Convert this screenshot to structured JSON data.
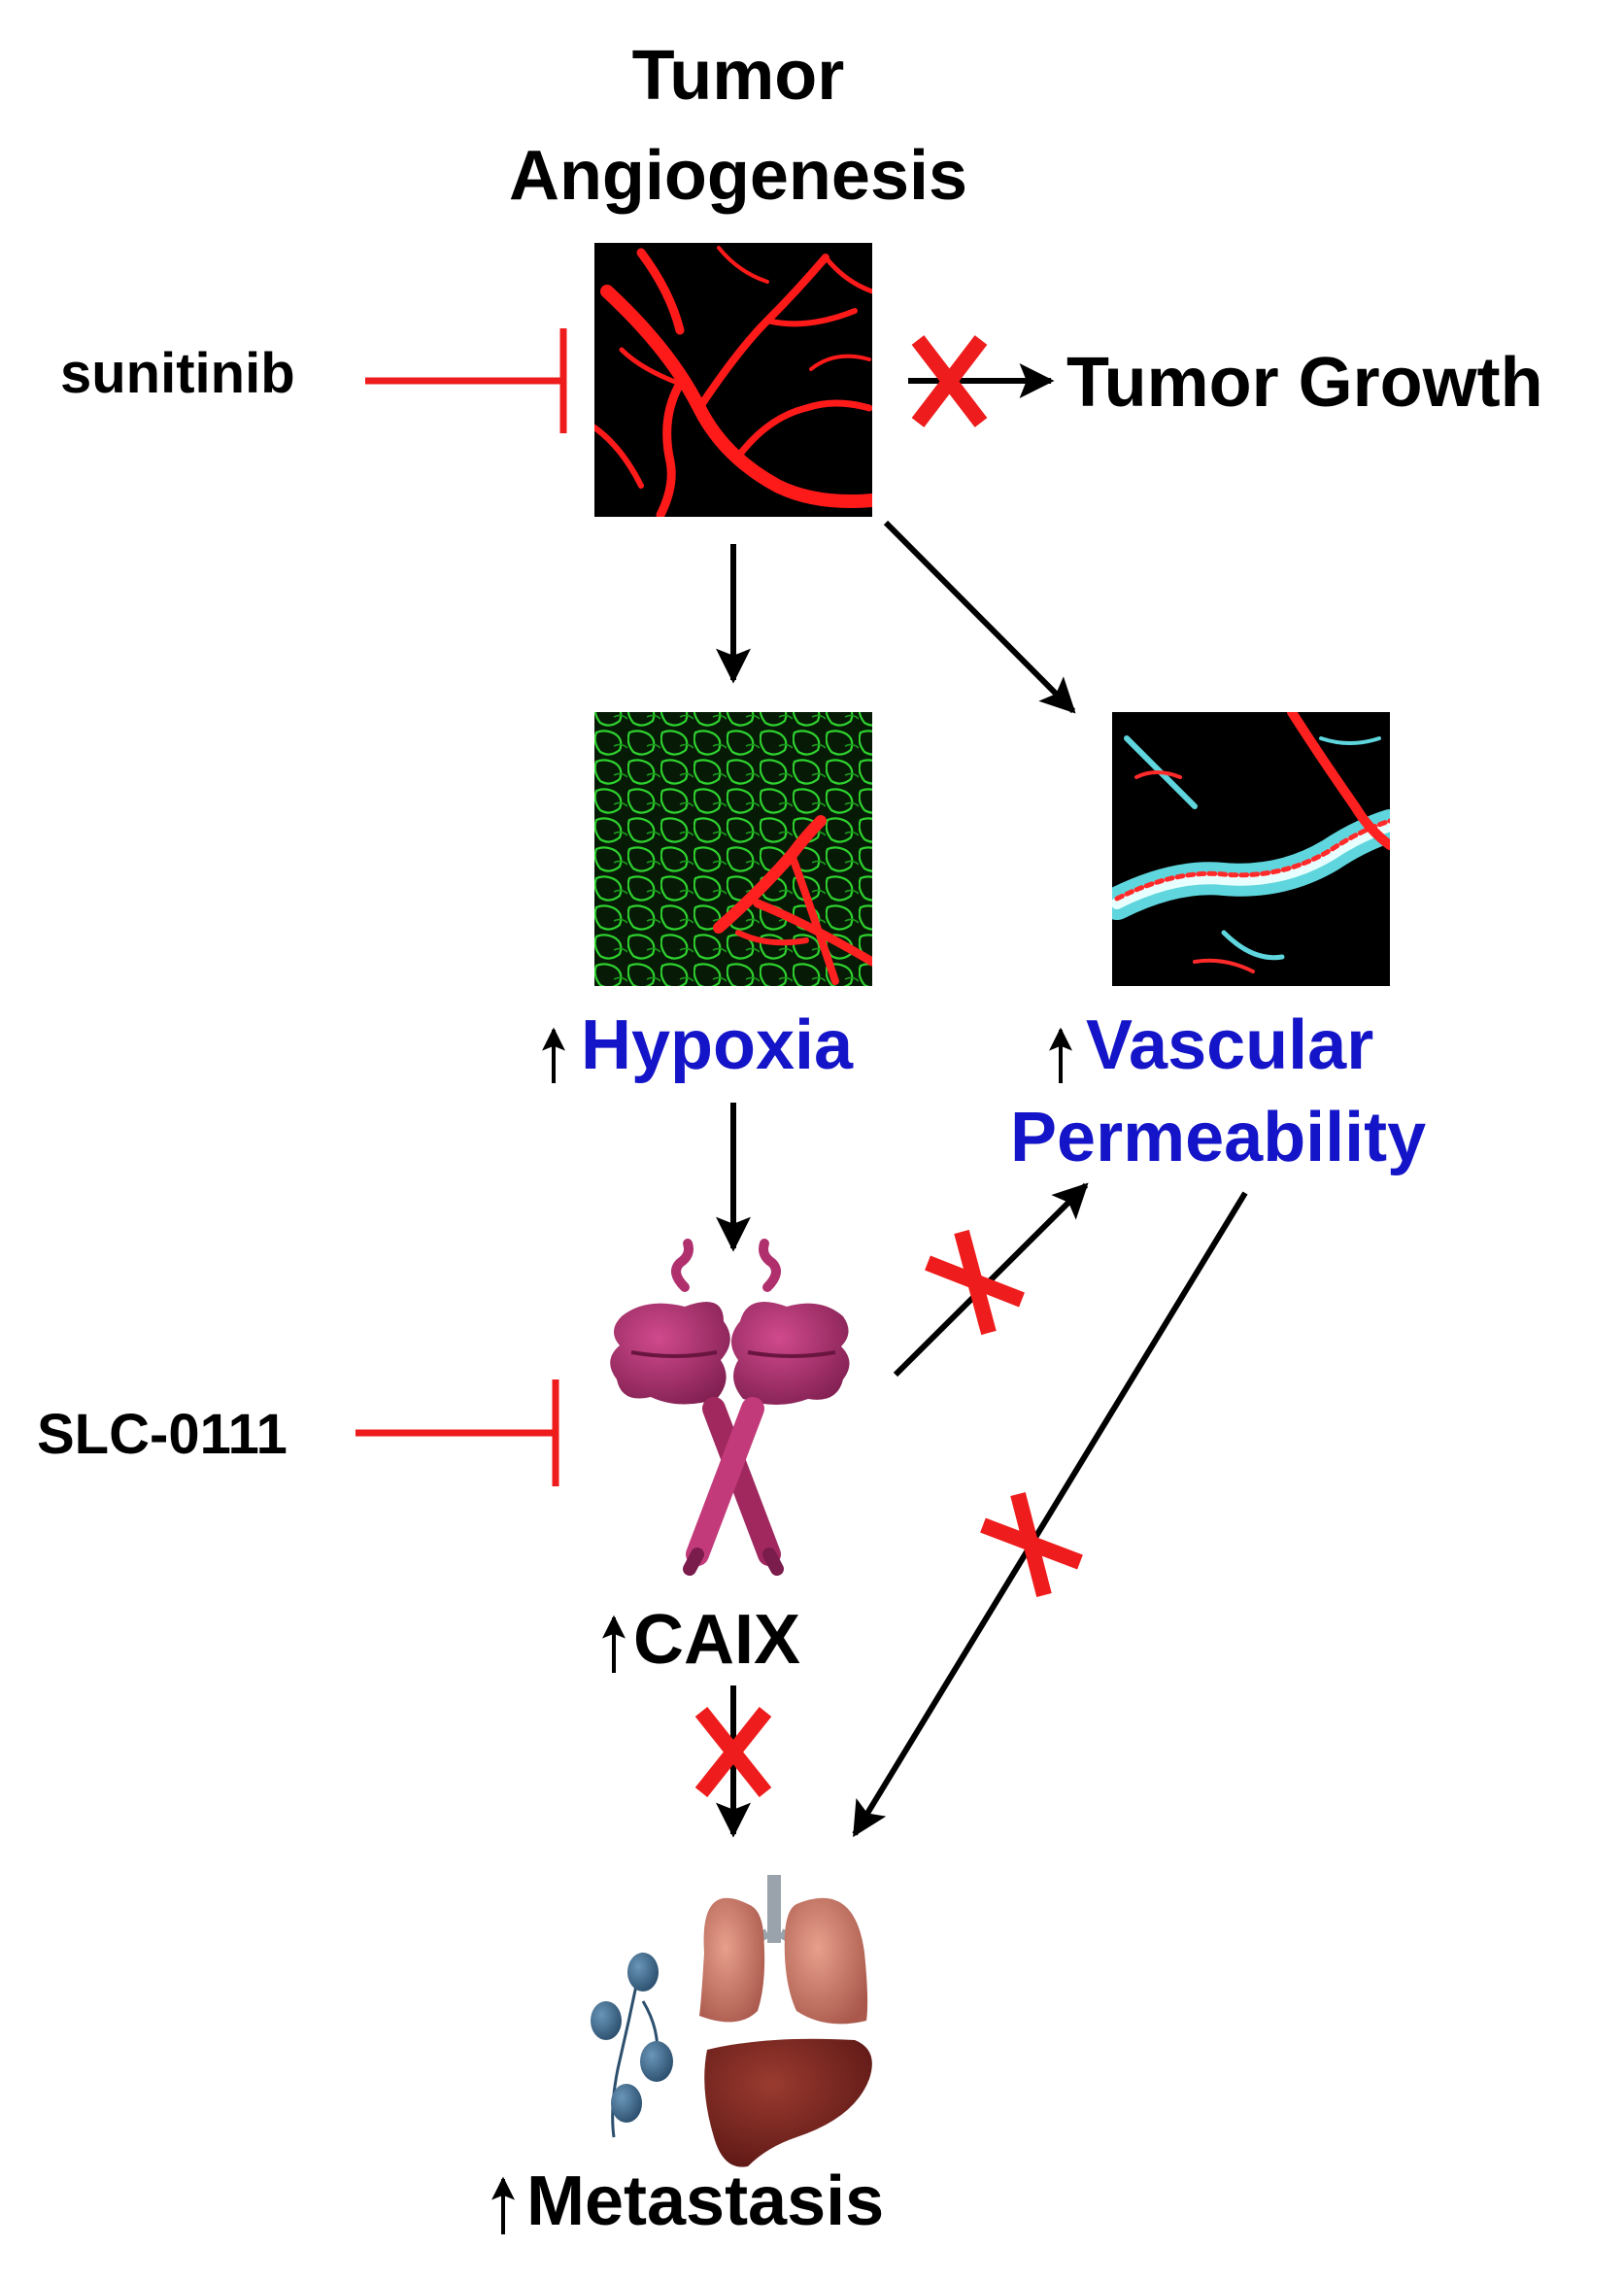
{
  "title": {
    "line1": "Tumor",
    "line2": "Angiogenesis"
  },
  "labels": {
    "sunitinib": "sunitinib",
    "tumor_growth": "Tumor Growth",
    "hypoxia": "Hypoxia",
    "vascular_line1": "Vascular",
    "vascular_line2": "Permeability",
    "slc": "SLC-0111",
    "caix": "CAIX",
    "metastasis": "Metastasis"
  },
  "colors": {
    "inhibitor_red": "#ee1c1c",
    "process_blue": "#1414c8",
    "arrow_black": "#000000",
    "caix_magenta": "#b0306e",
    "vessel_red": "#ff1a1a",
    "hypoxia_green": "#22c022",
    "permeability_cyan": "#5fd6dd"
  },
  "icons": {
    "angiogenesis_image": "blood-vessel-micrograph",
    "hypoxia_image": "hypoxia-micrograph",
    "permeability_image": "vascular-leak-micrograph",
    "caix_protein": "caix-dimer-protein",
    "organs": "lung-liver-icon",
    "tumor_cells": "tumor-cell-cluster-icon"
  }
}
